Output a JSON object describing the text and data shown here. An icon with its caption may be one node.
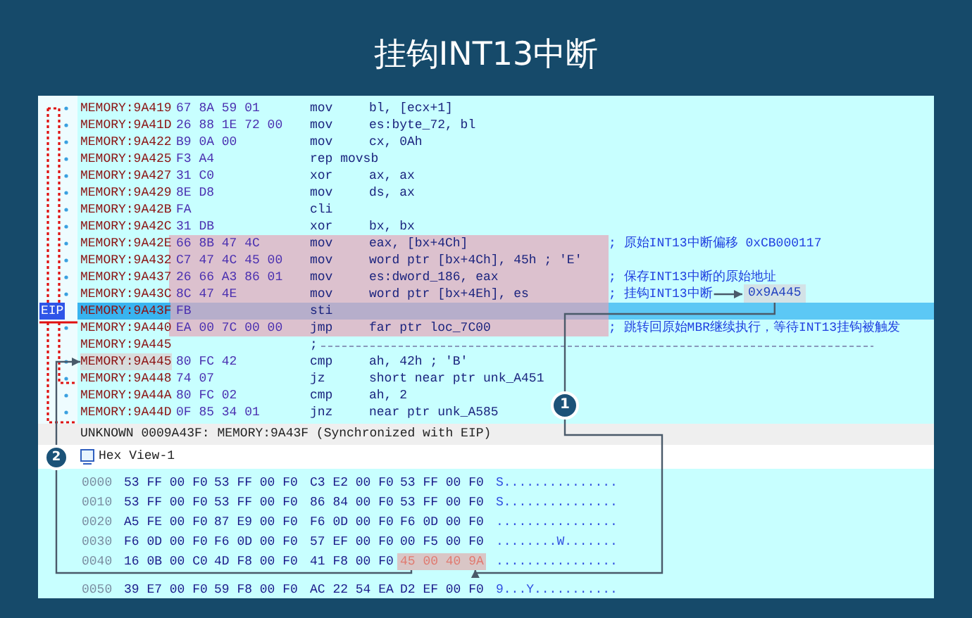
{
  "diagram": {
    "title": "挂钩INT13中断",
    "nodes": [
      {
        "text": [
          "; 挂钩INT13中断"
        ]
      },
      {
        "text": [
          "0x9A445"
        ]
      },
      {
        "text": [
          "1"
        ]
      },
      {
        "text": [
          "45 00 40 9A"
        ]
      },
      {
        "text": [
          "2"
        ]
      },
      {
        "text": [
          "MEMORY:9A445"
        ]
      }
    ],
    "edges": [
      {
        "from": 0,
        "to": 1,
        "arrow": "to"
      },
      {
        "from": 1,
        "to": 2,
        "arrow": "none"
      },
      {
        "from": 2,
        "to": 3,
        "arrow": "to"
      },
      {
        "from": 3,
        "to": 4,
        "arrow": "none"
      },
      {
        "from": 4,
        "to": 5,
        "arrow": "to"
      }
    ],
    "labels": [
      "EIP",
      "MEMORY:9A419",
      "67 8A 59 01",
      "mov",
      "bl, [ecx+1]",
      "MEMORY:9A41D",
      "26 88 1E 72 00",
      "mov",
      "es:byte_72, bl",
      "MEMORY:9A422",
      "B9 0A 00",
      "mov",
      "cx, 0Ah",
      "MEMORY:9A425",
      "F3 A4",
      "rep movsb",
      "MEMORY:9A427",
      "31 C0",
      "xor",
      "ax, ax",
      "MEMORY:9A429",
      "8E D8",
      "mov",
      "ds, ax",
      "MEMORY:9A42B",
      "FA",
      "cli",
      "MEMORY:9A42C",
      "31 DB",
      "xor",
      "bx, bx",
      "MEMORY:9A42E",
      "66 8B 47 4C",
      "mov",
      "eax, [bx+4Ch]",
      "; 原始INT13中断偏移 0xCB000117",
      "MEMORY:9A432",
      "C7 47 4C 45 00",
      "mov",
      "word ptr [bx+4Ch], 45h ; 'E'",
      "MEMORY:9A437",
      "26 66 A3 86 01",
      "mov",
      "es:dword_186, eax",
      "; 保存INT13中断的原始地址",
      "MEMORY:9A43C",
      "8C 47 4E",
      "mov",
      "word ptr [bx+4Eh], es",
      "MEMORY:9A43F",
      "FB",
      "sti",
      "MEMORY:9A440",
      "EA 00 7C 00 00",
      "jmp",
      "far ptr loc_7C00",
      "; 跳转回原始MBR继续执行，等待INT13挂钩被触发",
      "MEMORY:9A445",
      ";",
      "80 FC 42",
      "cmp",
      "ah, 42h ; 'B'",
      "MEMORY:9A448",
      "74 07",
      "jz",
      "short near ptr unk_A451",
      "MEMORY:9A44A",
      "80 FC 02",
      "cmp",
      "ah, 2",
      "MEMORY:9A44D",
      "0F 85 34 01",
      "jnz",
      "near ptr unk_A585",
      "UNKNOWN 0009A43F: MEMORY:9A43F (Synchronized with EIP)",
      "Hex View-1",
      "0000",
      "53 FF 00 F0",
      "53 FF 00 F0",
      "C3 E2 00 F0",
      "53 FF 00 F0",
      "S...............",
      "0010",
      "53 FF 00 F0",
      "53 FF 00 F0",
      "86 84 00 F0",
      "53 FF 00 F0",
      "S...............",
      "0020",
      "A5 FE 00 F0",
      "87 E9 00 F0",
      "F6 0D 00 F0",
      "F6 0D 00 F0",
      "................",
      "0030",
      "F6 0D 00 F0",
      "F6 0D 00 F0",
      "57 EF 00 F0",
      "00 F5 00 F0",
      "........W.......",
      "0040",
      "16 0B 00 C0",
      "4D F8 00 F0",
      "41 F8 00 F0",
      "................",
      "0050",
      "39 E7 00 F0",
      "59 F8 00 F0",
      "AC 22 54 EA",
      "D2 EF 00 F0",
      "9...Y..........."
    ]
  }
}
